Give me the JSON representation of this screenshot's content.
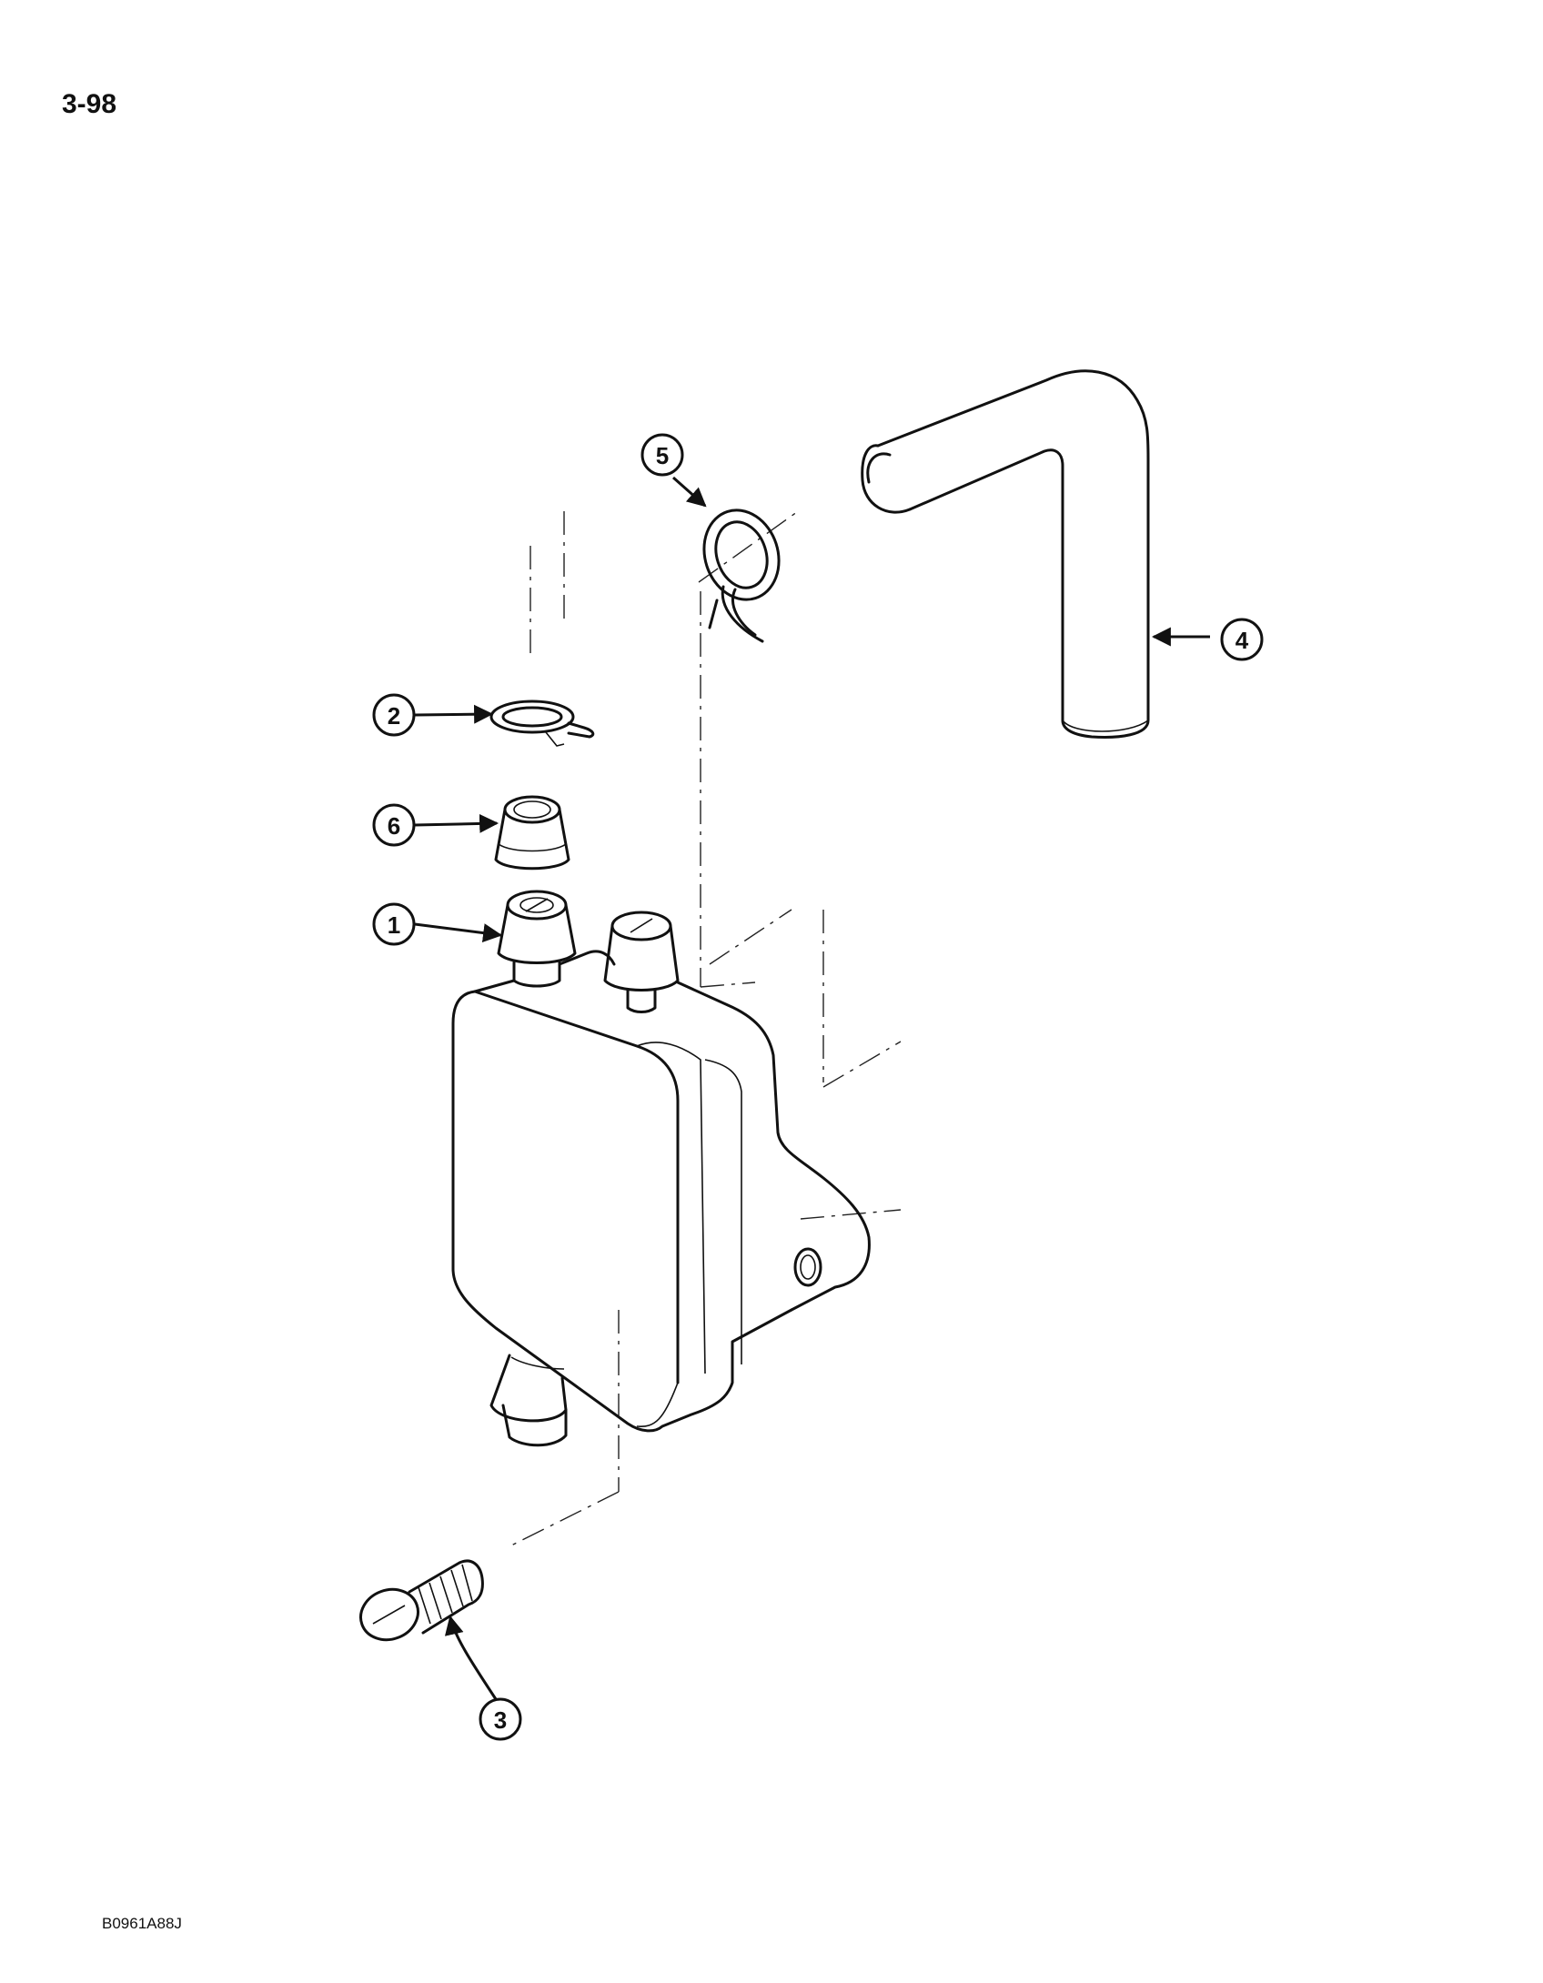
{
  "page_number": "3-98",
  "figure_code": "B0961A88J",
  "callouts": {
    "c1": "1",
    "c2": "2",
    "c3": "3",
    "c4": "4",
    "c5": "5",
    "c6": "6"
  }
}
